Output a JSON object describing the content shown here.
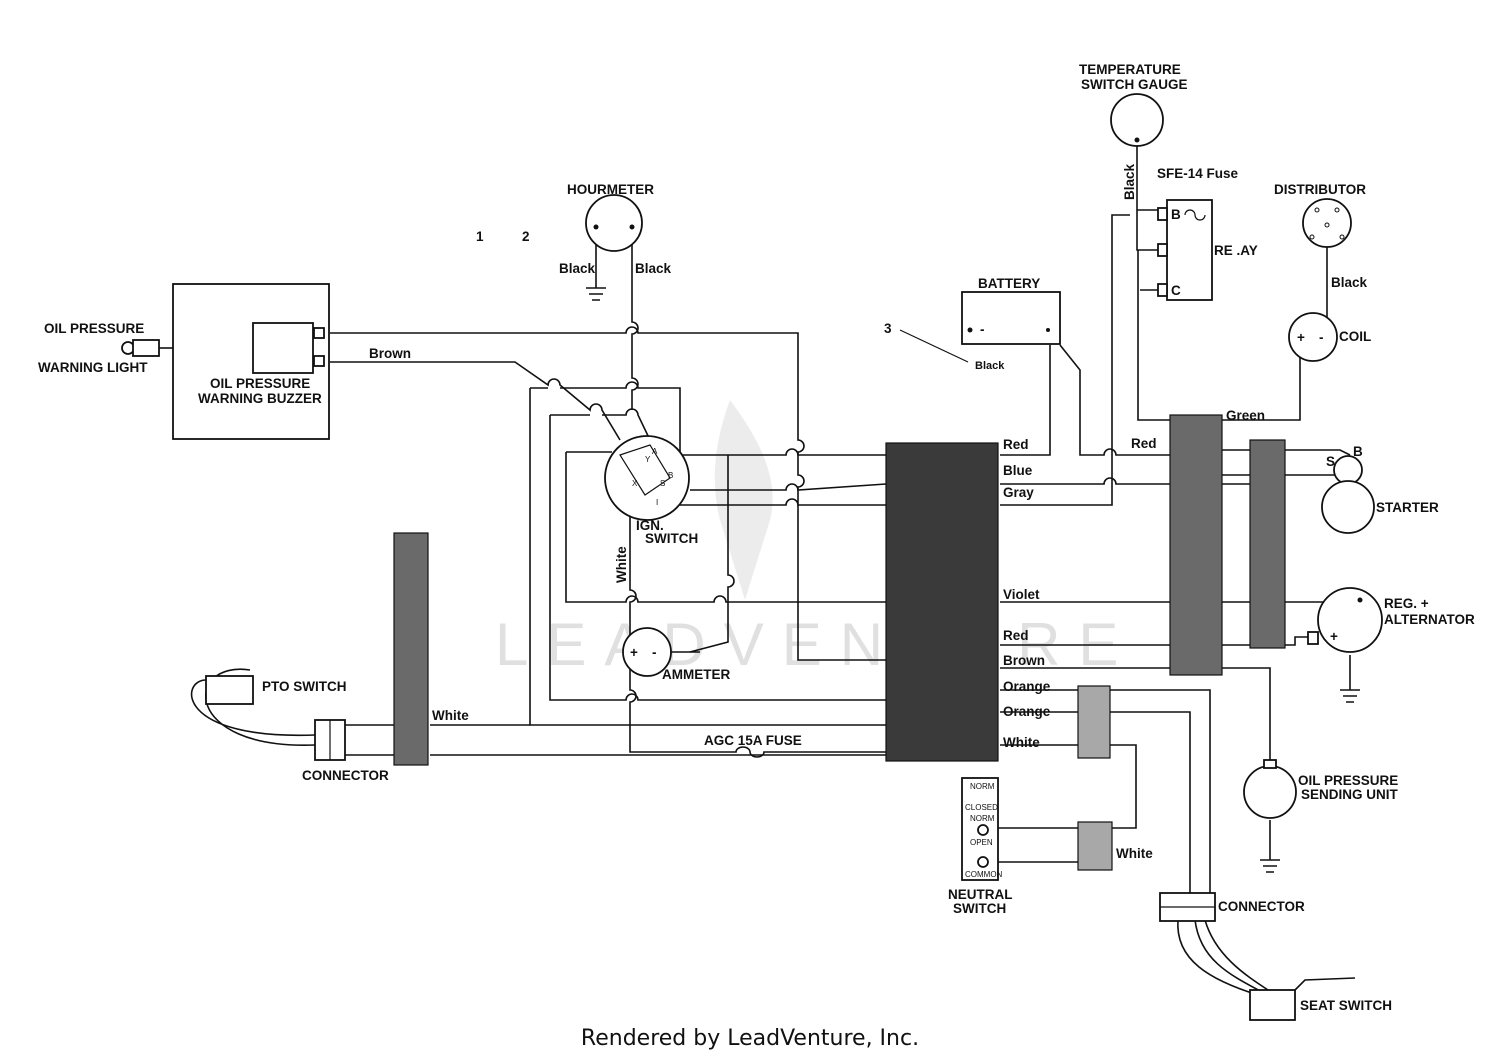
{
  "labels": {
    "oil_pressure_warning_light_1": "OIL PRESSURE",
    "oil_pressure_warning_light_2": "WARNING LIGHT",
    "oil_pressure_warning_buzzer_1": "OIL PRESSURE",
    "oil_pressure_warning_buzzer_2": "WARNING BUZZER",
    "hourmeter": "HOURMETER",
    "ign_switch_1": "IGN.",
    "ign_switch_2": "SWITCH",
    "ammeter": "AMMETER",
    "pto_switch": "PTO SWITCH",
    "connector_left": "CONNECTOR",
    "agc_fuse": "AGC 15A FUSE",
    "battery": "BATTERY",
    "temperature_gauge_1": "TEMPERATURE",
    "temperature_gauge_2": "SWITCH GAUGE",
    "sfe_fuse": "SFE-14 Fuse",
    "relay": "RE .AY",
    "distributor": "DISTRIBUTOR",
    "coil": "COIL",
    "starter": "STARTER",
    "reg_1": "REG. +",
    "alternator": "ALTERNATOR",
    "oil_pressure_sending_1": "OIL PRESSURE",
    "oil_pressure_sending_2": "SENDING UNIT",
    "neutral_switch_1": "NEUTRAL",
    "neutral_switch_2": "SWITCH",
    "connector_right": "CONNECTOR",
    "seat_switch": "SEAT SWITCH",
    "ref_1": "1",
    "ref_2": "2",
    "ref_3": "3"
  },
  "neutral_switch_terminals": {
    "norm_closed_1": "NORM",
    "norm_closed_2": "CLOSED",
    "norm_open_1": "NORM",
    "norm_open_2": "OPEN",
    "common": "COMMON"
  },
  "terminals": {
    "relay_b": "B",
    "relay_c": "C",
    "starter_b": "B",
    "starter_s": "S",
    "ign_a": "A",
    "ign_y": "Y",
    "ign_b": "B",
    "ign_s": "S",
    "ign_x": "X",
    "ign_i": "I",
    "battery_neg": "-",
    "ammeter_pos": "+",
    "ammeter_neg": "-",
    "coil_pos": "+",
    "coil_neg": "-",
    "alt_pos": "+"
  },
  "wires": {
    "brown_top": "Brown",
    "hourmeter_black_left": "Black",
    "hourmeter_black_right": "Black",
    "white_vertical": "White",
    "white_left": "White",
    "battery_black": "Black",
    "temp_black": "Black",
    "dist_black": "Black",
    "green": "Green",
    "red_mid": "Red",
    "bundle_red": "Red",
    "bundle_blue": "Blue",
    "bundle_gray": "Gray",
    "bundle_violet": "Violet",
    "bundle_red2": "Red",
    "bundle_brown": "Brown",
    "bundle_orange1": "Orange",
    "bundle_orange2": "Orange",
    "bundle_white": "White",
    "neutral_white": "White"
  },
  "watermark": "LEADVENTURE",
  "footer": "Rendered by LeadVenture, Inc."
}
